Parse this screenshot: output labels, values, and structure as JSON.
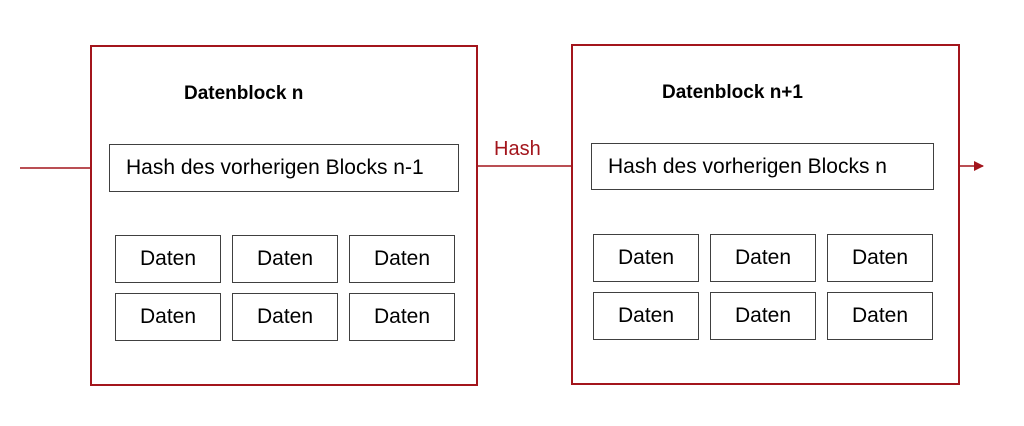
{
  "colors": {
    "accent": "#a3151c",
    "box_border": "#404040"
  },
  "blocks": [
    {
      "title": "Datenblock n",
      "hash_field": "Hash des vorherigen Blocks n-1",
      "data_cells": [
        "Daten",
        "Daten",
        "Daten",
        "Daten",
        "Daten",
        "Daten"
      ]
    },
    {
      "title": "Datenblock n+1",
      "hash_field": "Hash des vorherigen Blocks n",
      "data_cells": [
        "Daten",
        "Daten",
        "Daten",
        "Daten",
        "Daten",
        "Daten"
      ]
    }
  ],
  "link_label": "Hash"
}
